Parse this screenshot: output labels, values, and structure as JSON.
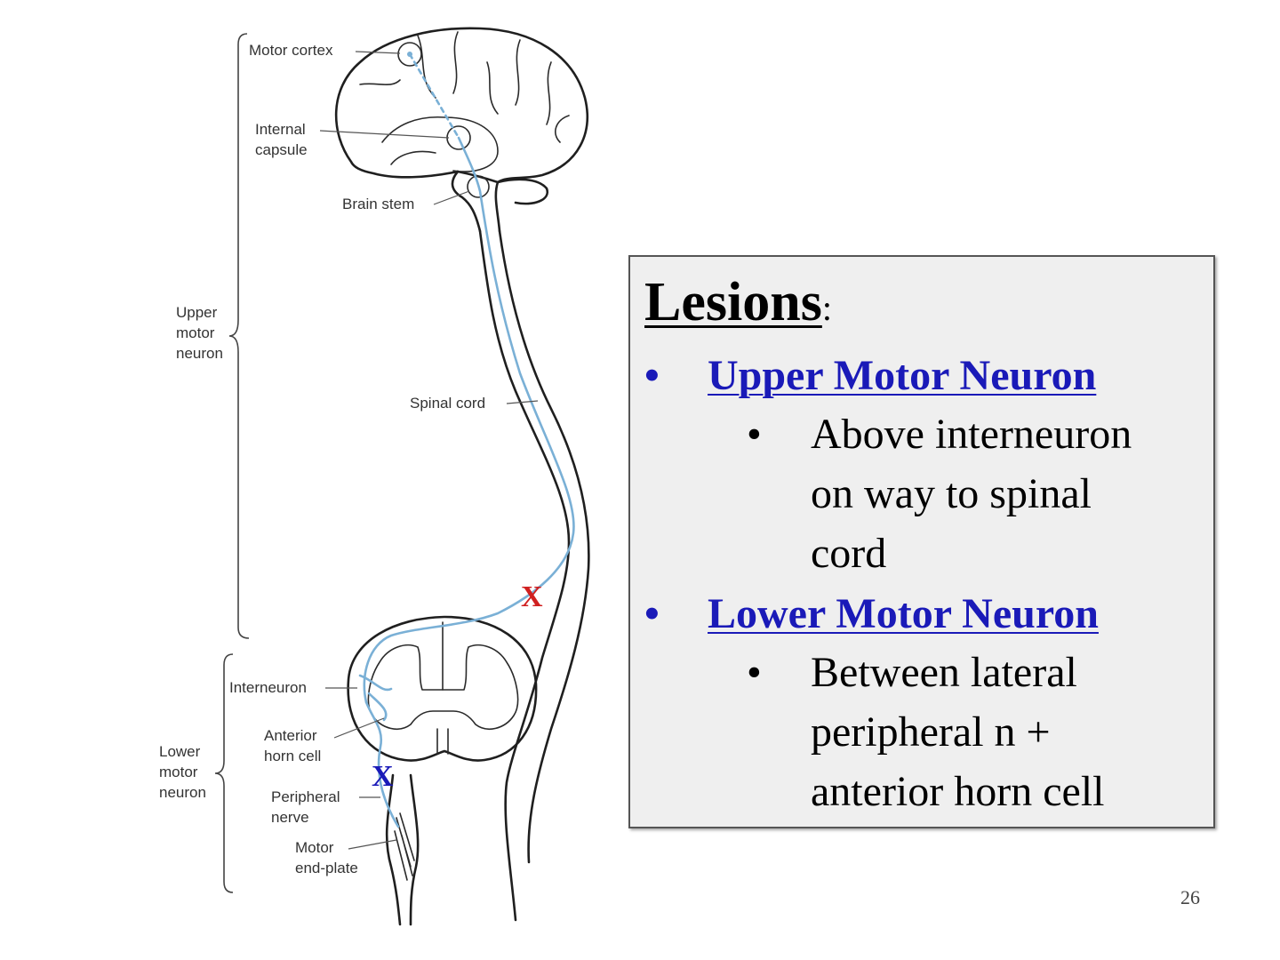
{
  "diagram": {
    "labels": {
      "motor_cortex": "Motor cortex",
      "internal_capsule": [
        "Internal",
        "capsule"
      ],
      "brain_stem": "Brain stem",
      "upper_motor_neuron": [
        "Upper",
        "motor",
        "neuron"
      ],
      "spinal_cord": "Spinal cord",
      "interneuron": "Interneuron",
      "anterior_horn_cell": [
        "Anterior",
        "horn cell"
      ],
      "lower_motor_neuron": [
        "Lower",
        "motor",
        "neuron"
      ],
      "peripheral_nerve": [
        "Peripheral",
        "nerve"
      ],
      "motor_end_plate": [
        "Motor",
        "end-plate"
      ]
    },
    "lesion_marks": {
      "upper": {
        "label": "X",
        "color": "#d02020"
      },
      "lower": {
        "label": "X",
        "color": "#1a1ab8"
      }
    },
    "nerve_color": "#7ab0d6"
  },
  "textbox": {
    "heading": "Lesions",
    "heading_suffix": ":",
    "items": [
      {
        "bullet": "•",
        "title": "Upper Motor Neuron",
        "sub_bullet": "•",
        "sub_lines": [
          "Above interneuron",
          "on way to spinal",
          "cord"
        ]
      },
      {
        "bullet": "•",
        "title": "Lower Motor Neuron",
        "sub_bullet": "•",
        "sub_lines": [
          "Between lateral",
          "peripheral n +",
          "anterior horn cell"
        ]
      }
    ],
    "title_color": "#1a1ab8"
  },
  "page_number": "26"
}
